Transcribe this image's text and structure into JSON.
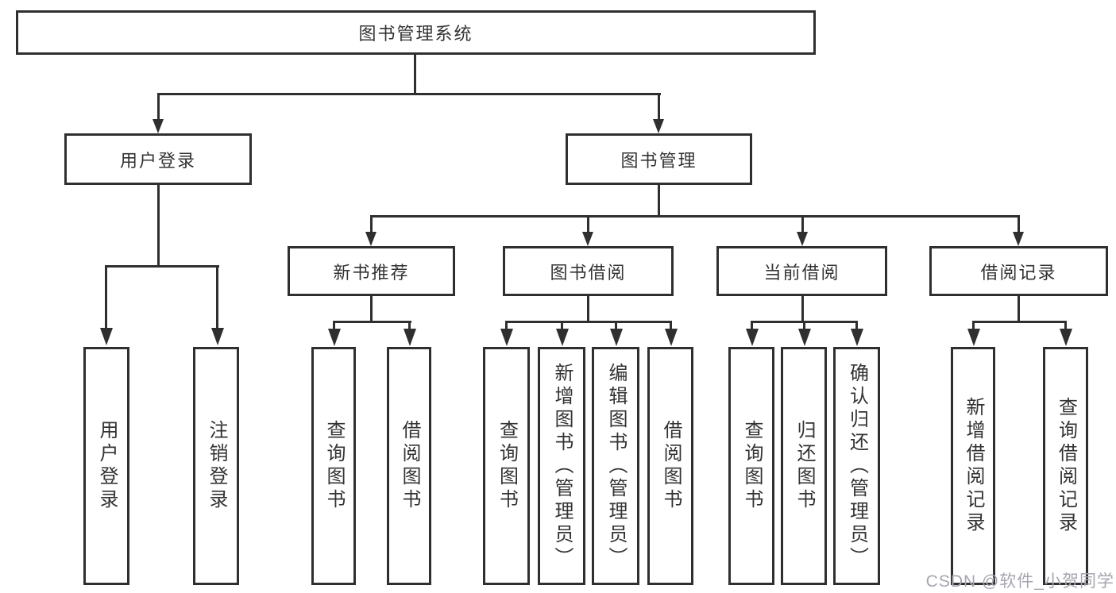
{
  "diagram": {
    "nodes": {
      "root": "图书管理系统",
      "user_login": "用户登录",
      "book_mgmt": "图书管理",
      "new_book": "新书推荐",
      "book_borrow": "图书借阅",
      "current_borrow": "当前借阅",
      "borrow_records": "借阅记录"
    },
    "leaves": {
      "login": [
        "用户登录",
        "注销登录"
      ],
      "new_book": [
        "查询图书",
        "借阅图书"
      ],
      "book_borrow": [
        "查询图书",
        "新增图书（管理员）",
        "编辑图书（管理员）",
        "借阅图书"
      ],
      "current_borrow": [
        "查询图书",
        "归还图书",
        "确认归还（管理员）"
      ],
      "borrow_records": [
        "新增借阅记录",
        "查询借阅记录"
      ]
    },
    "colors": {
      "line": "#2f2f2f",
      "box_fill": "#ffffff",
      "text": "#333333",
      "watermark": "#a5a6b0"
    }
  },
  "watermark": {
    "text": "CSDN @软件_小贺同学"
  }
}
